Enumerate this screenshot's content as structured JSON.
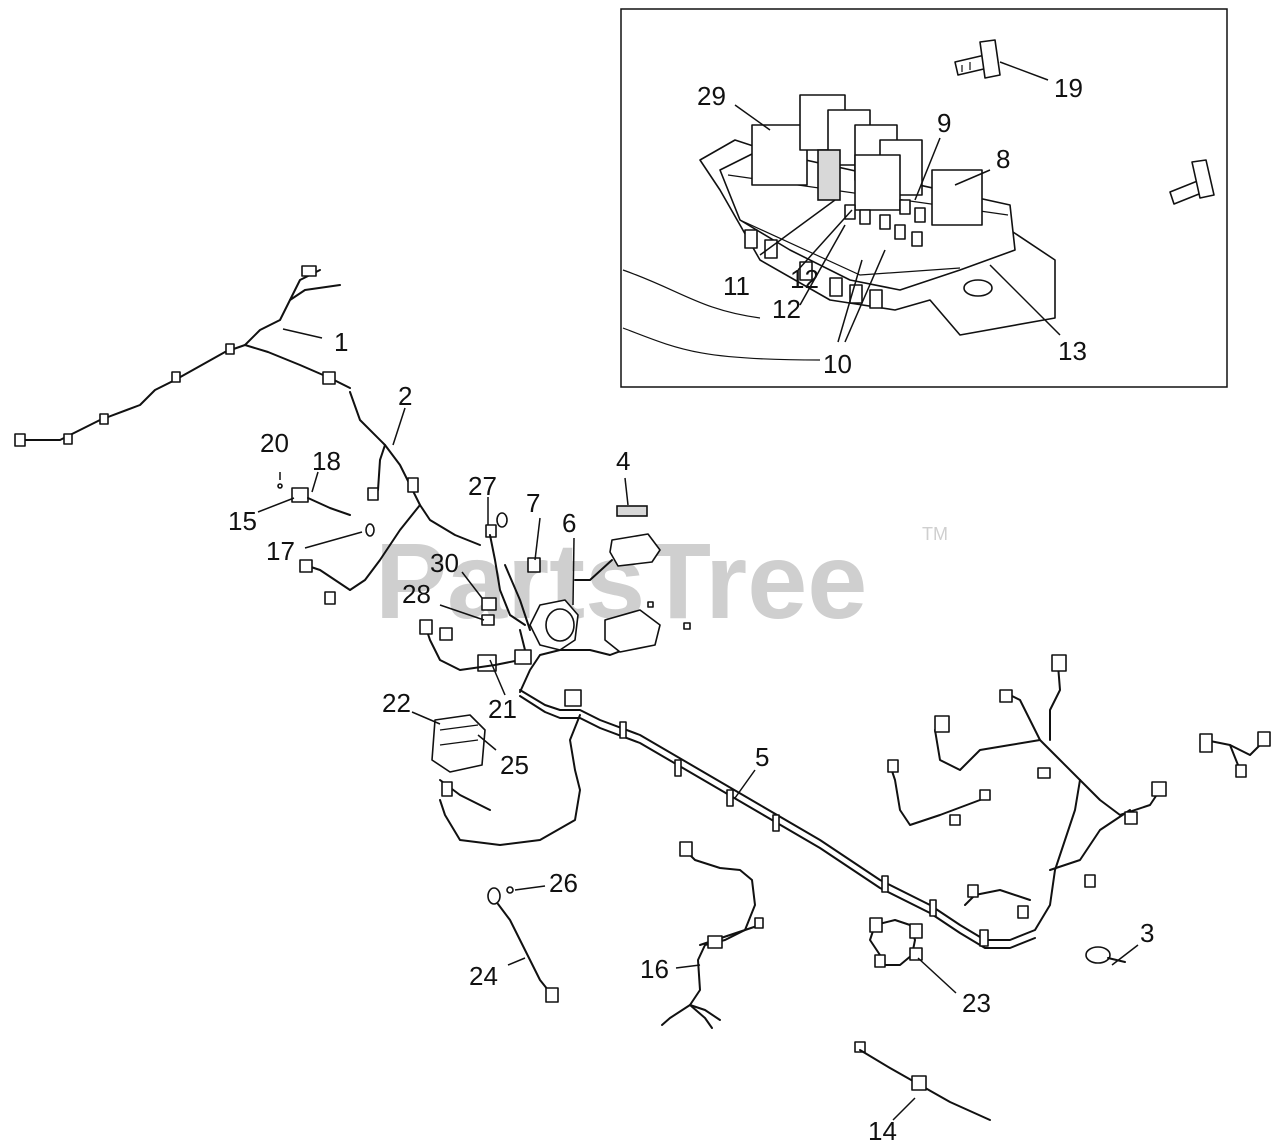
{
  "watermark": {
    "text": "PartsTree",
    "trademark": "TM"
  },
  "callouts": {
    "c1": "1",
    "c2": "2",
    "c3": "3",
    "c4": "4",
    "c5": "5",
    "c6": "6",
    "c7": "7",
    "c8": "8",
    "c9": "9",
    "c10": "10",
    "c11": "11",
    "c12a": "12",
    "c12b": "12",
    "c13": "13",
    "c14": "14",
    "c15": "15",
    "c16": "16",
    "c17": "17",
    "c18": "18",
    "c19": "19",
    "c20": "20",
    "c21": "21",
    "c22": "22",
    "c23": "23",
    "c24": "24",
    "c25": "25",
    "c26": "26",
    "c27": "27",
    "c28": "28",
    "c29": "29",
    "c30": "30"
  }
}
